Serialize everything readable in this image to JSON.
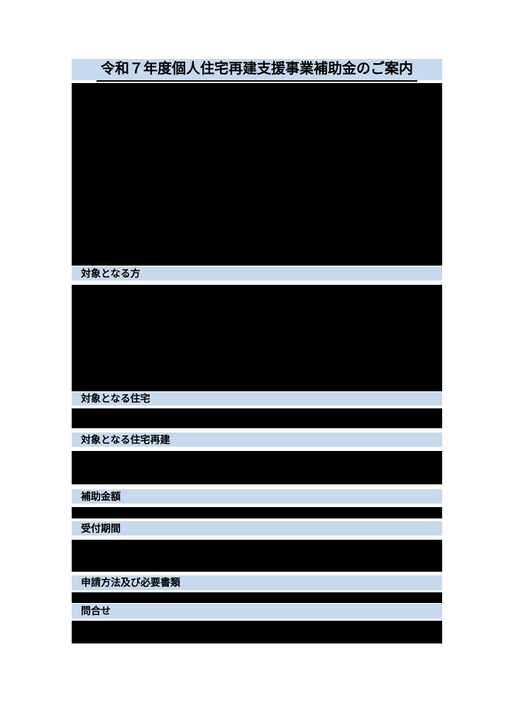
{
  "document": {
    "title": "令和７年度個人住宅再建支援事業補助金のご案内",
    "section_headers": [
      "対象となる方",
      "対象となる住宅",
      "対象となる住宅再建",
      "補助金額",
      "受付期間",
      "申請方法及び必要書類",
      "問合せ"
    ],
    "redacted_block_count": 8,
    "colors": {
      "header_bg": "#c7d9ed",
      "redaction_bg": "#000000",
      "page_bg": "#ffffff",
      "title_text": "#000000"
    }
  }
}
